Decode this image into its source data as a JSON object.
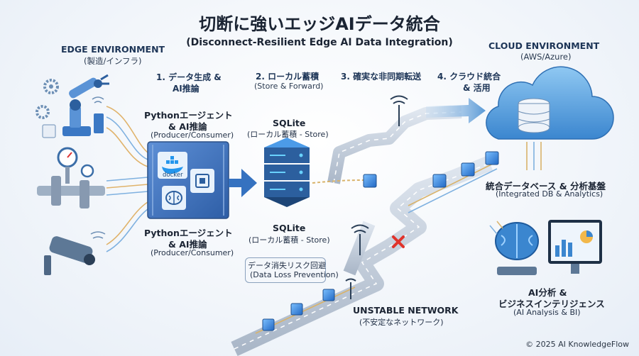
{
  "title": "切断に強いエッジAIデータ統合",
  "subtitle": "(Disconnect-Resilient Edge AI Data Integration)",
  "edge": {
    "heading": "EDGE ENVIRONMENT",
    "sub": "(製造/インフラ)"
  },
  "cloud": {
    "heading": "CLOUD ENVIRONMENT",
    "sub": "(AWS/Azure)"
  },
  "steps": [
    {
      "label": "1. データ生成 &",
      "label2": "AI推論"
    },
    {
      "label": "2. ローカル蓄積",
      "label2": "(Store & Forward)"
    },
    {
      "label": "3. 確実な非同期転送"
    },
    {
      "label": "4. クラウド統合",
      "label2": "& 活用"
    }
  ],
  "python_top": {
    "line1": "Pythonエージェント",
    "line2": "& AI推論",
    "line3": "(Producer/Consumer)"
  },
  "python_bottom": {
    "line1": "Pythonエージェント",
    "line2": "& AI推論",
    "line3": "(Producer/Consumer)"
  },
  "docker_label": "docker",
  "sqlite_top": {
    "line1": "SQLite",
    "line2": "(ローカル蓄積 - Store)"
  },
  "sqlite_bottom": {
    "line1": "SQLite",
    "line2": "(ローカル蓄積 - Store)"
  },
  "data_loss": {
    "line1": "データ消失リスク回避",
    "line2": "(Data Loss Prevention)"
  },
  "integrated_db": {
    "line1": "統合データベース & 分析基盤",
    "line2": "(Integrated DB & Analytics)"
  },
  "ai_bi": {
    "line1": "AI分析 &",
    "line2": "ビジネスインテリジェンス",
    "line3": "(AI Analysis & BI)"
  },
  "network": {
    "line1": "UNSTABLE NETWORK",
    "line2": "(不安定なネットワーク)"
  },
  "copyright": "© 2025 AI KnowledgeFlow",
  "colors": {
    "accent": "#2f6db5",
    "container": "#3f74c2",
    "cube": "#3d8de0",
    "warning": "#e0332b",
    "arrow": "#d9b36a"
  }
}
